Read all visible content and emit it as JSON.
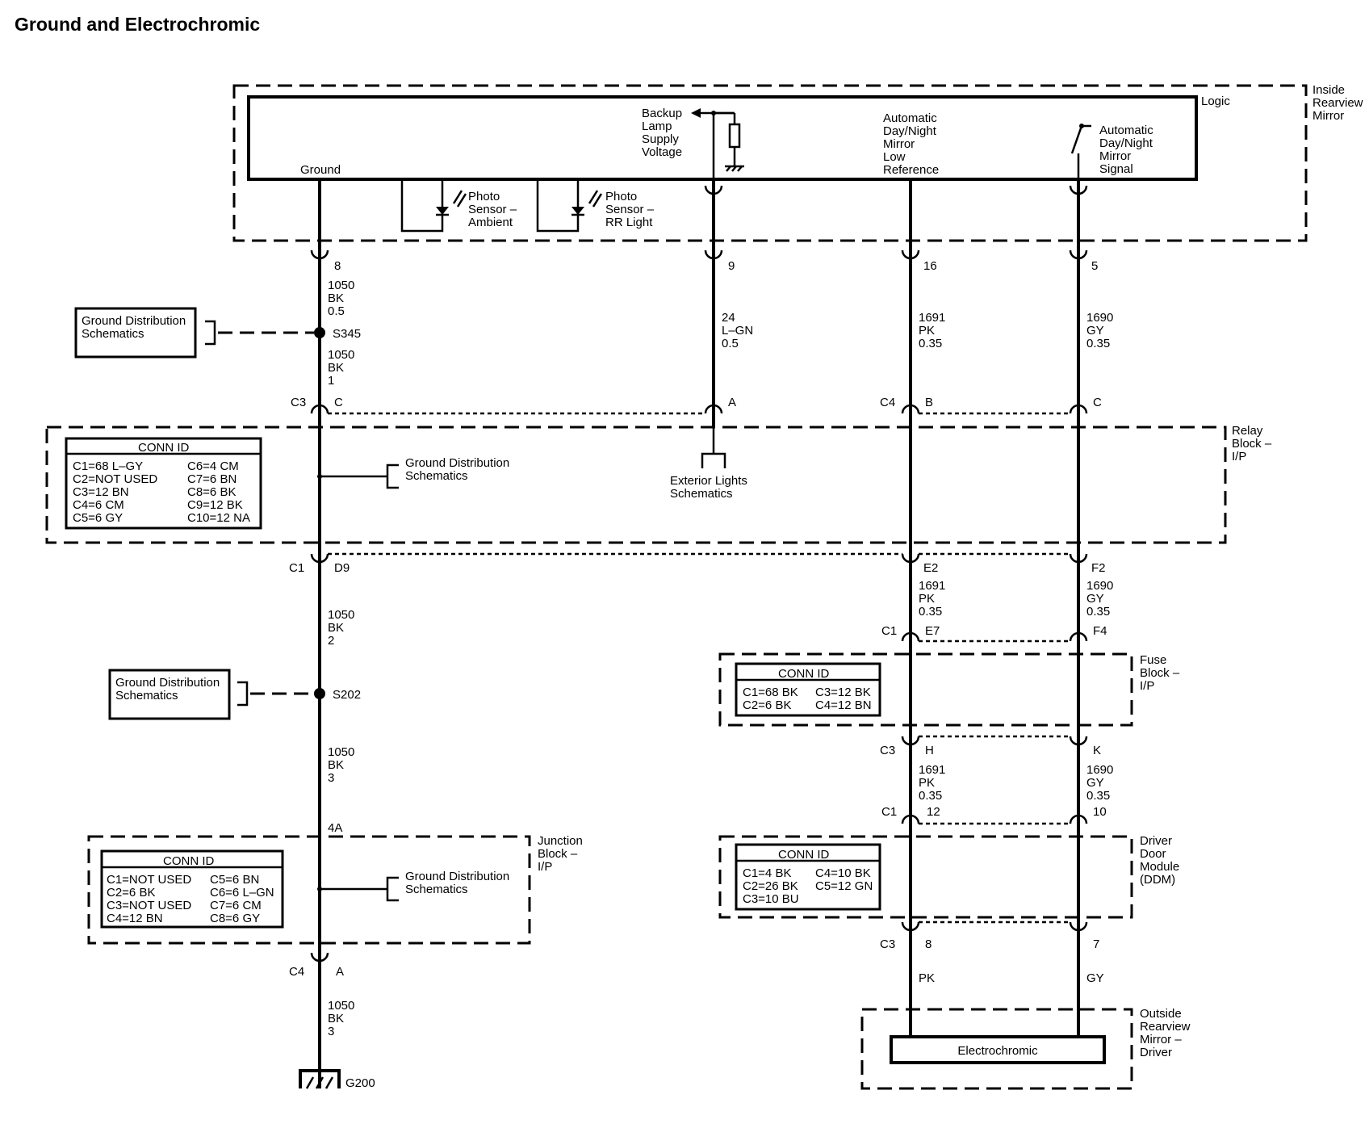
{
  "title": "Ground and Electrochromic",
  "inside_mirror": {
    "name": [
      "Inside",
      "Rearview",
      "Mirror"
    ],
    "logic": "Logic",
    "ground": "Ground",
    "backup": [
      "Backup",
      "Lamp",
      "Supply",
      "Voltage"
    ],
    "low_ref": [
      "Automatic",
      "Day/Night",
      "Mirror",
      "Low",
      "Reference"
    ],
    "signal": [
      "Automatic",
      "Day/Night",
      "Mirror",
      "Signal"
    ],
    "photo_ambient": [
      "Photo",
      "Sensor –",
      "Ambient"
    ],
    "photo_rr": [
      "Photo",
      "Sensor –",
      "RR Light"
    ]
  },
  "mirror_pins": [
    "8",
    "9",
    "16",
    "5"
  ],
  "circuits": {
    "ground_1": [
      "1050",
      "BK",
      "0.5"
    ],
    "ground_2": [
      "1050",
      "BK",
      "1"
    ],
    "ground_3": [
      "1050",
      "BK",
      "2"
    ],
    "ground_4": [
      "1050",
      "BK",
      "3"
    ],
    "ground_5": [
      "1050",
      "BK",
      "3"
    ],
    "backup": [
      "24",
      "L–GN",
      "0.5"
    ],
    "pk_1": [
      "1691",
      "PK",
      "0.35"
    ],
    "gy_1": [
      "1690",
      "GY",
      "0.35"
    ],
    "pk_2": [
      "1691",
      "PK",
      "0.35"
    ],
    "gy_2": [
      "1690",
      "GY",
      "0.35"
    ],
    "pk_3": [
      "1691",
      "PK",
      "0.35"
    ],
    "gy_3": [
      "1690",
      "GY",
      "0.35"
    ],
    "pk_4": "PK",
    "gy_4": "GY"
  },
  "splices": {
    "s345": "S345",
    "s202": "S202"
  },
  "ground_ref_boxes": [
    "Ground Distribution",
    "Schematics"
  ],
  "ground_ref_labels": [
    "Ground Distribution",
    "Schematics"
  ],
  "exterior_lights": [
    "Exterior Lights",
    "Schematics"
  ],
  "relay_block": {
    "name": [
      "Relay",
      "Block –",
      "I/P"
    ],
    "conn_title": "CONN ID",
    "conn_left": [
      "C1=68 L–GY",
      "C2=NOT USED",
      "C3=12 BN",
      "C4=6 CM",
      "C5=6 GY"
    ],
    "conn_right": [
      "C6=4 CM",
      "C7=6 BN",
      "C8=6 BK",
      "C9=12 BK",
      "C10=12 NA"
    ],
    "top_connectors": {
      "c3": "C3",
      "c": "C",
      "a": "A",
      "c4": "C4",
      "b": "B",
      "c2": "C"
    },
    "bottom_connectors": {
      "c1": "C1",
      "d9": "D9",
      "e2": "E2",
      "f2": "F2"
    }
  },
  "fuse_block": {
    "name": [
      "Fuse",
      "Block –",
      "I/P"
    ],
    "conn_title": "CONN ID",
    "conn_left": [
      "C1=68 BK",
      "C2=6 BK"
    ],
    "conn_right": [
      "C3=12 BK",
      "C4=12 BN"
    ],
    "top_connectors": {
      "c1": "C1",
      "e7": "E7",
      "f4": "F4"
    },
    "bottom_connectors": {
      "c3": "C3",
      "h": "H",
      "k": "K"
    }
  },
  "junction_block": {
    "name": [
      "Junction",
      "Block –",
      "I/P"
    ],
    "conn_title": "CONN ID",
    "conn_left": [
      "C1=NOT USED",
      "C2=6 BK",
      "C3=NOT USED",
      "C4=12 BN"
    ],
    "conn_right": [
      "C5=6 BN",
      "C6=6 L–GN",
      "C7=6 CM",
      "C8=6 GY"
    ],
    "top_pin": "4A",
    "bottom_connector": "C4",
    "bottom_pin": "A"
  },
  "ddm": {
    "name": [
      "Driver",
      "Door",
      "Module",
      "(DDM)"
    ],
    "conn_title": "CONN ID",
    "conn_left": [
      "C1=4 BK",
      "C2=26 BK",
      "C3=10 BU"
    ],
    "conn_right": [
      "C4=10 BK",
      "C5=12 GN"
    ],
    "top_connectors": {
      "c1": "C1",
      "p12": "12",
      "p10": "10"
    },
    "bottom_connectors": {
      "c3": "C3",
      "p8": "8",
      "p7": "7"
    }
  },
  "outside_mirror": {
    "name": [
      "Outside",
      "Rearview",
      "Mirror –",
      "Driver"
    ],
    "component": "Electrochromic"
  },
  "ground_point": "G200"
}
